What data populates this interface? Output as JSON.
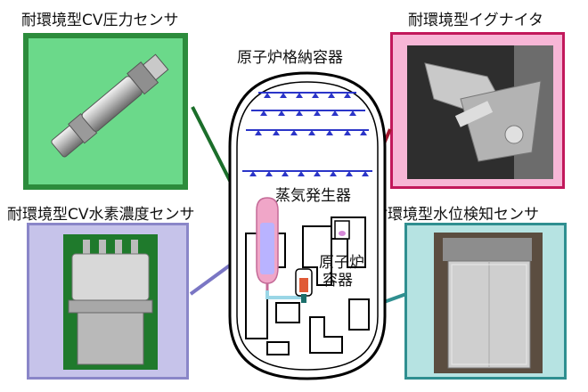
{
  "labels": {
    "pressure_sensor": "耐環境型CV圧力センサ",
    "igniter": "耐環境型イグナイタ",
    "hydrogen_sensor": "耐環境型CV水素濃度センサ",
    "water_level_sensor": "耐環境型水位検知センサ",
    "containment": "原子炉格納容器",
    "steam_generator": "蒸気発生器",
    "reactor_vessel_line1": "原子炉",
    "reactor_vessel_line2": "容器"
  },
  "colors": {
    "pressure_frame": "#2c8c3c",
    "pressure_fill": "#6bd98a",
    "pressure_leader": "#1b6e2a",
    "igniter_frame": "#c2185b",
    "igniter_fill": "#f7b6d6",
    "igniter_leader": "#a3182e",
    "hydrogen_frame": "#8a86c8",
    "hydrogen_fill": "#c6c3ea",
    "hydrogen_leader": "#7a76c4",
    "level_frame": "#2f8f90",
    "level_fill": "#b6e3e2",
    "level_leader": "#2f8f90",
    "spray": "#2b35c8",
    "sg_fill": "#f0a6c8",
    "sg_inner": "#b9b3ff"
  }
}
